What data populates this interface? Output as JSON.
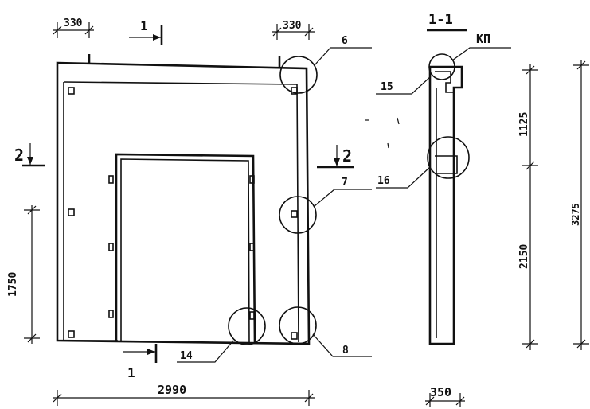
{
  "dimensions": {
    "top_left_width": "330",
    "top_right_width": "330",
    "left_height": "1750",
    "bottom_width": "2990",
    "section_width": "350",
    "section_upper": "1125",
    "section_lower": "2150",
    "total_height": "3275"
  },
  "sections": {
    "cut1_top": "1",
    "cut1_bottom": "1",
    "cut2_left": "2",
    "cut2_right": "2",
    "section_title": "1-1"
  },
  "callouts": {
    "node_6": "6",
    "node_7": "7",
    "node_8": "8",
    "node_14": "14",
    "node_15": "15",
    "node_16": "16",
    "kp_label": "КП"
  },
  "colors": {
    "ink": "#111111",
    "paper": "#ffffff"
  }
}
